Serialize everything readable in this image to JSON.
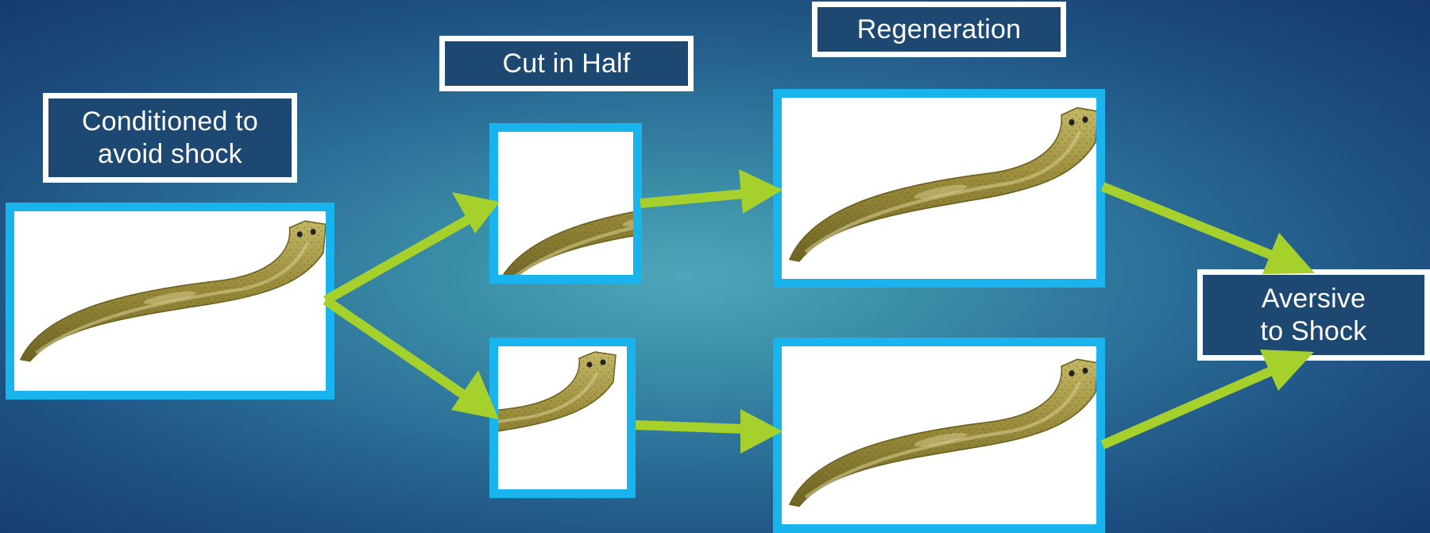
{
  "labels": {
    "conditioned": "Conditioned to\navoid shock",
    "cut": "Cut in Half",
    "regeneration": "Regeneration",
    "aversive": "Aversive\nto Shock"
  },
  "colors": {
    "background": "#2a6c96",
    "frame_border": "#19b3ee",
    "arrow": "#a6d02c",
    "label_border": "#ffffff",
    "label_fill": "#1c4872",
    "worm_body": "#a0923c"
  },
  "images": {
    "original": "planarian-full",
    "cut_tail": "planarian-tail-half",
    "cut_head": "planarian-head-half",
    "regen_top": "planarian-regenerated",
    "regen_bottom": "planarian-regenerated"
  }
}
